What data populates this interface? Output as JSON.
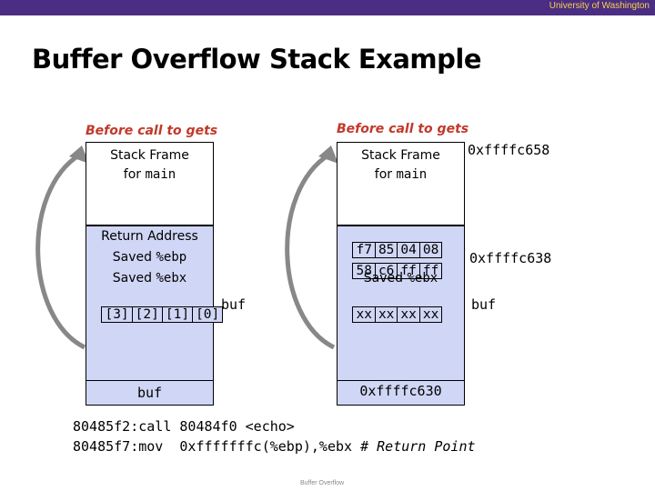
{
  "header": {
    "institution": "University of Washington"
  },
  "slide": {
    "title": "Buffer Overflow Stack Example"
  },
  "left": {
    "heading": "Before call to gets",
    "frame_line1": "Stack Frame",
    "frame_line2_prefix": "for ",
    "frame_line2_mono": "main",
    "return_address": "Return Address",
    "saved_ebp_prefix": "Saved ",
    "saved_ebp_mono": "%ebp",
    "saved_ebx_prefix": "Saved ",
    "saved_ebx_mono": "%ebx",
    "array_cells": [
      "[3]",
      "[2]",
      "[1]",
      "[0]"
    ],
    "array_label": "buf",
    "bottom_label": "buf"
  },
  "right": {
    "heading": "Before call to gets",
    "frame_line1": "Stack Frame",
    "frame_line2_prefix": "for ",
    "frame_line2_mono": "main",
    "top_address": "0xffffc658",
    "row1": [
      "f7",
      "85",
      "04",
      "08"
    ],
    "row2": [
      "58",
      "c6",
      "ff",
      "ff"
    ],
    "row2_address": "0xffffc638",
    "saved_ebx_prefix": "Saved ",
    "saved_ebx_mono": "%ebx",
    "row4": [
      "xx",
      "xx",
      "xx",
      "xx"
    ],
    "row4_label": "buf",
    "bottom_address": "0xffffc630"
  },
  "code": {
    "line1": "80485f2:call 80484f0 <echo>",
    "line2_main": "80485f7:mov  0xfffffffc(%ebp),%ebx ",
    "line2_comment": "# Return Point"
  },
  "footer": {
    "text": "Buffer Overflow"
  }
}
